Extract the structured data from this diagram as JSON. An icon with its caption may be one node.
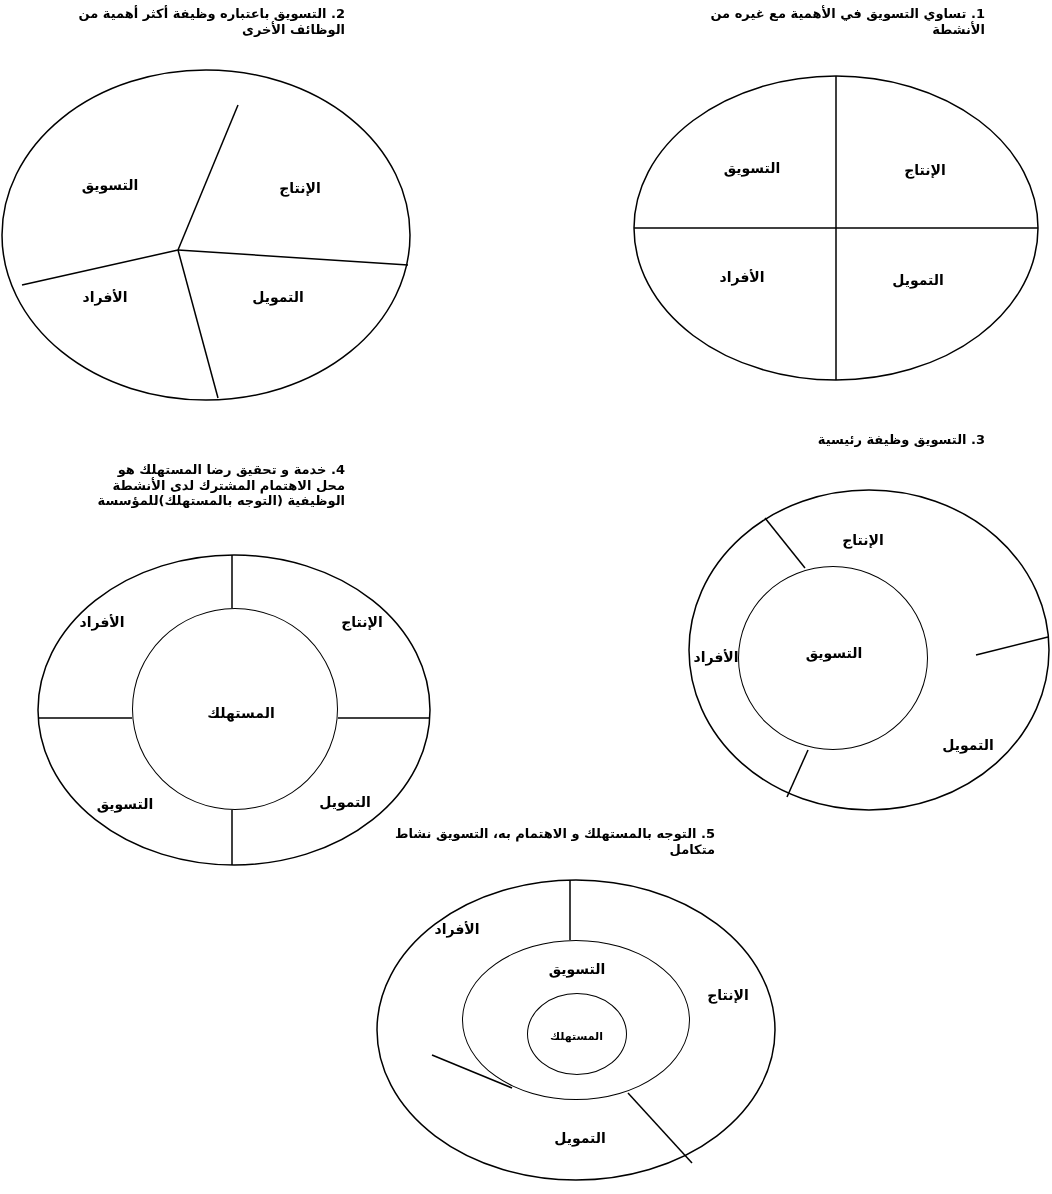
{
  "diagram": {
    "nodes": [
      {
        "text": [
          "1. تساوي التسويق في الأهمية مع غيره من الأنشطة",
          "الإنتاج",
          "التسويق",
          "التمويل",
          "الأفراد"
        ]
      },
      {
        "text": [
          "2. التسويق باعتباره وظيفة أكثر أهمية من الوظائف الأخرى",
          "التسويق",
          "الإنتاج",
          "الأفراد",
          "التمويل"
        ]
      },
      {
        "text": [
          "3. التسويق وظيفة رئيسية",
          "الإنتاج",
          "الأفراد",
          "التمويل"
        ]
      },
      {
        "text": [
          "التسويق"
        ],
        "in": 2
      },
      {
        "text": [
          "4. خدمة و تحقيق رضا المستهلك هو محل الاهتمام المشترك لدى الأنشطة الوظيفية (التوجه بالمستهلك)للمؤسسة",
          "الأفراد",
          "الإنتاج",
          "التسويق",
          "التمويل"
        ]
      },
      {
        "text": [
          "المستهلك"
        ],
        "in": 4
      },
      {
        "text": [
          "5. التوجه بالمستهلك و الاهتمام به، التسويق نشاط متكامل",
          "الأفراد",
          "الإنتاج",
          "التمويل"
        ]
      },
      {
        "text": [
          "التسويق"
        ],
        "in": 6
      },
      {
        "text": [
          "المستهلك"
        ],
        "in": 7
      }
    ]
  }
}
